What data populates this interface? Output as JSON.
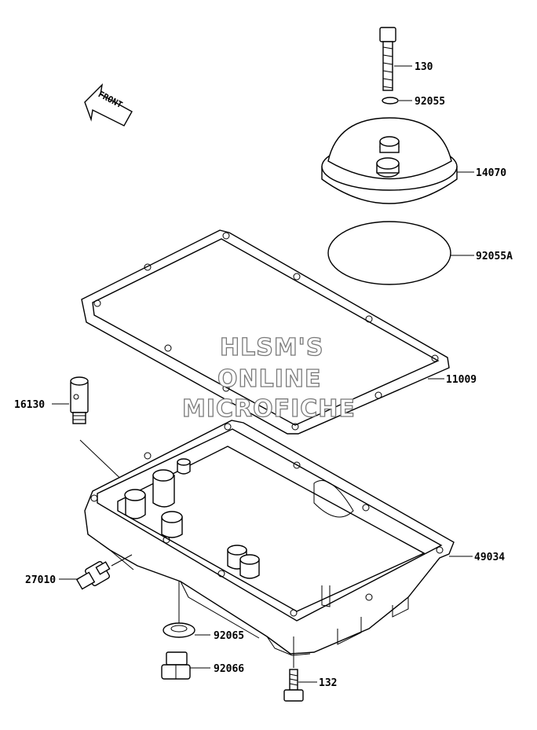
{
  "watermark": {
    "line1": "HLSM'S",
    "line2": "ONLINE",
    "line3": "MICROFICHE"
  },
  "front_indicator": "FRONT",
  "parts": {
    "bolt_130": "130",
    "oring_92055": "92055",
    "cover_14070": "14070",
    "oring_92055A": "92055A",
    "gasket_11009": "11009",
    "fitting_16130": "16130",
    "oil_pan_49034": "49034",
    "switch_27010": "27010",
    "washer_92065": "92065",
    "plug_92066": "92066",
    "bolt_132": "132"
  }
}
